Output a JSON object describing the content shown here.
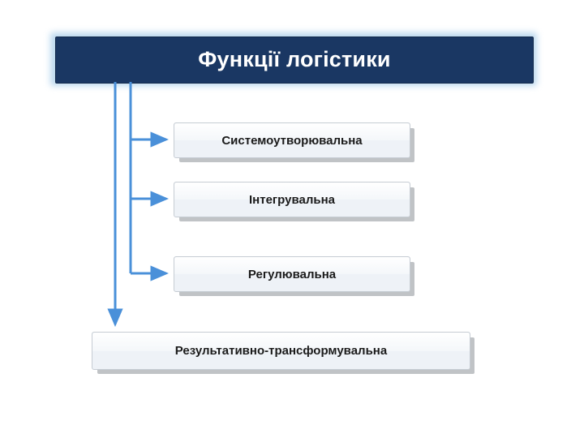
{
  "title": {
    "text": "Функції логістики",
    "background_color": "#1a3763",
    "text_color": "#ffffff",
    "glow_color": "#bcd9ef"
  },
  "items": [
    {
      "label": "Системоутворювальна"
    },
    {
      "label": "Інтегрувальна"
    },
    {
      "label": "Регулювальна"
    },
    {
      "label": "Результативно-трансформувальна"
    }
  ],
  "connectors": {
    "color": "#4a90d9",
    "description": "vertical trunk from title with four right-pointing arrows"
  },
  "box_style": {
    "fill_color": "#eef2f7",
    "border_color": "#c6ccd3",
    "shadow_color": "#8c9198"
  }
}
